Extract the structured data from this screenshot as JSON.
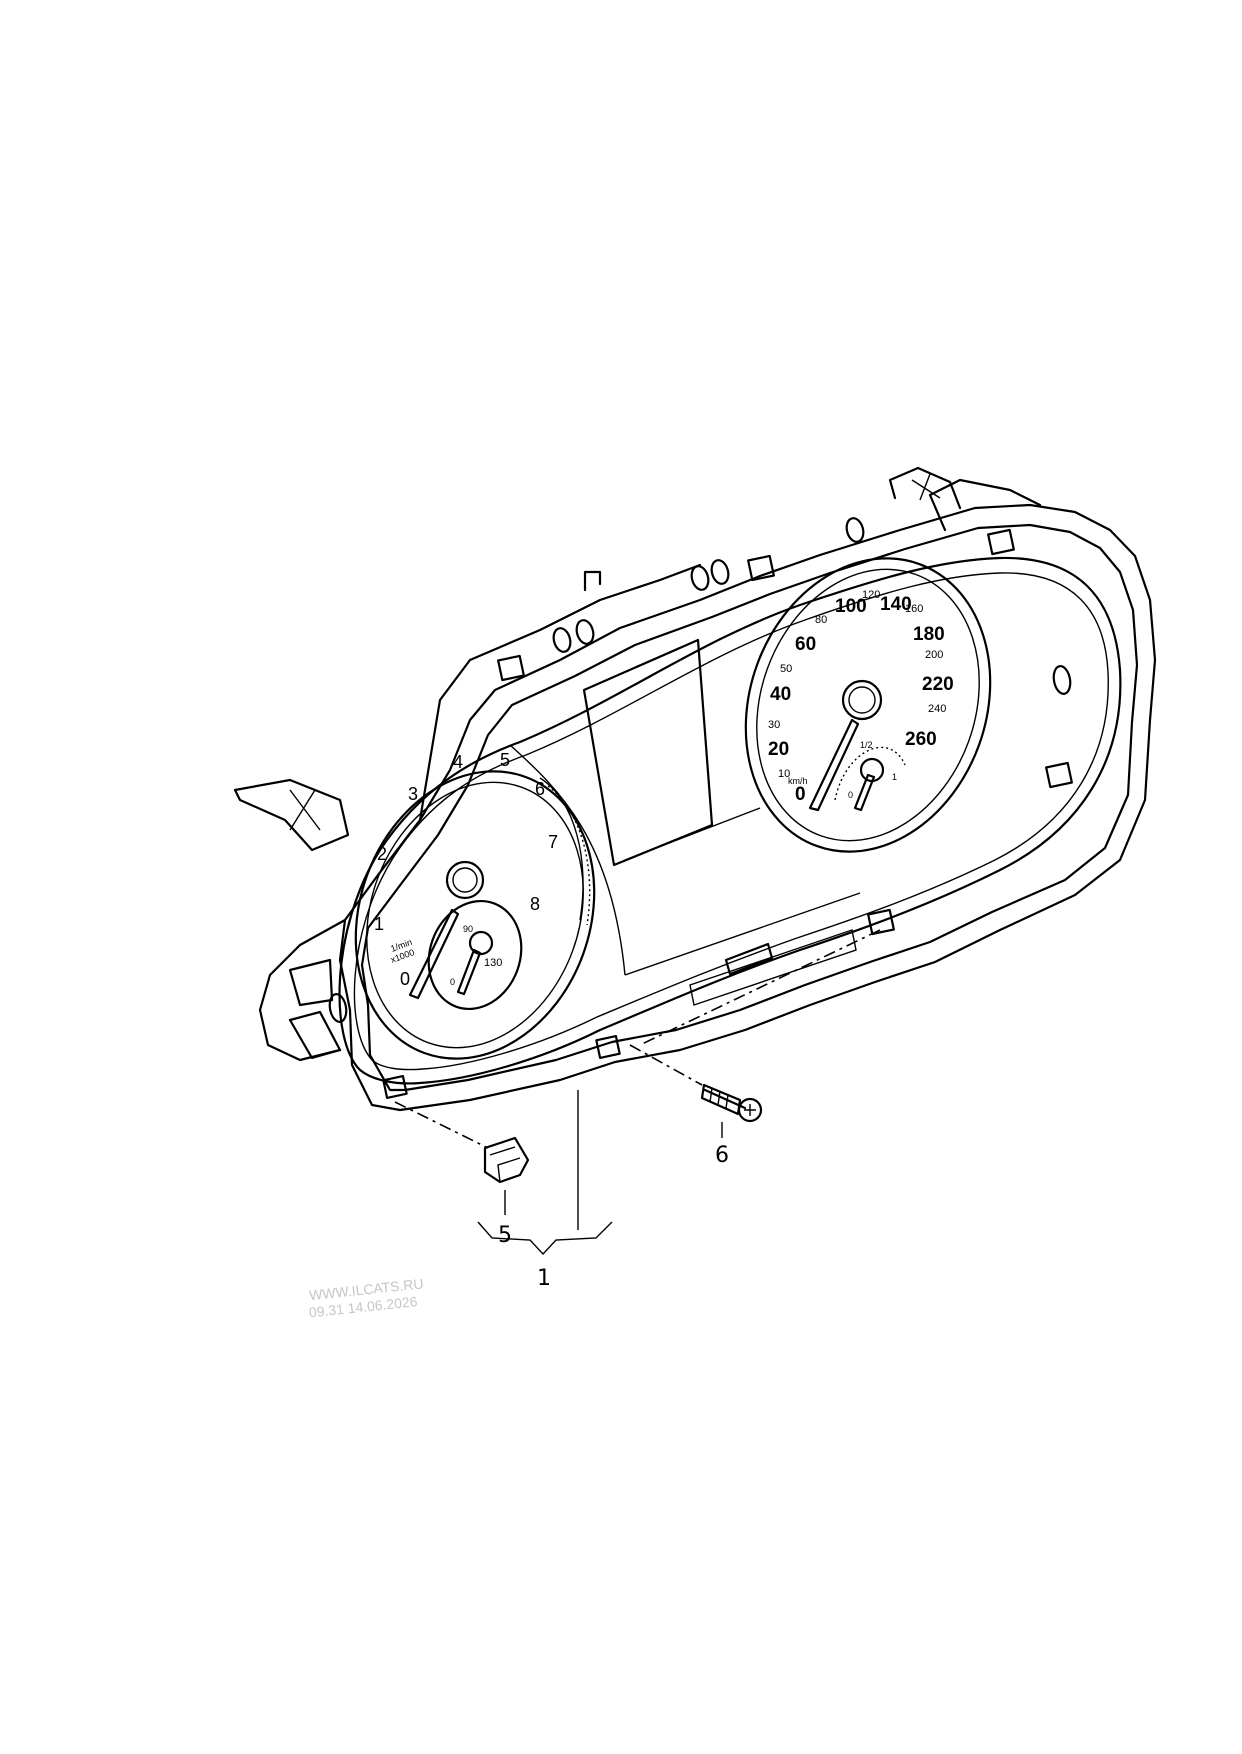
{
  "callouts": {
    "c1": "1",
    "c5": "5",
    "c6": "6"
  },
  "tachometer": {
    "scale": [
      "0",
      "1",
      "2",
      "3",
      "4",
      "5",
      "6",
      "7",
      "8"
    ],
    "unit_line1": "1/min",
    "unit_line2": "x1000",
    "sub_scale": [
      "0",
      "90",
      "130"
    ]
  },
  "speedometer": {
    "major": [
      "0",
      "20",
      "40",
      "60",
      "100",
      "140",
      "180",
      "220",
      "260"
    ],
    "minor": [
      "10",
      "30",
      "50",
      "80",
      "120",
      "160",
      "200",
      "240"
    ],
    "unit": "km/h",
    "fuel_gauge": [
      "0",
      "1/2",
      "1"
    ]
  },
  "watermark": {
    "line1": "WWW.ILCATS.RU",
    "line2": "09.31 14.06.2026"
  }
}
